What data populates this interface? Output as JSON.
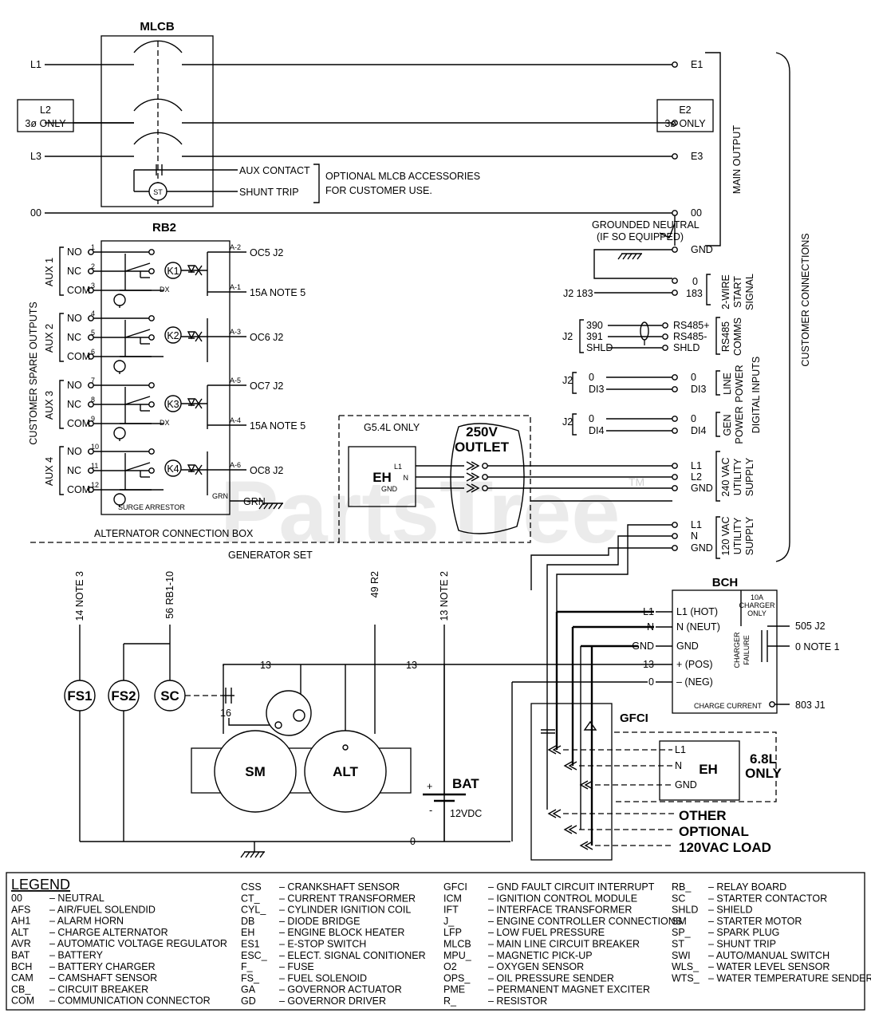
{
  "diagram": {
    "mlcb": {
      "title": "MLCB",
      "inputs": [
        "L1",
        "L3",
        "00"
      ],
      "l2_box": [
        "L2",
        "3ø ONLY"
      ],
      "outputs": [
        "E1",
        "E3",
        "00"
      ],
      "e2_box": [
        "E2",
        "3ø ONLY"
      ],
      "aux_contact": "AUX CONTACT",
      "shunt_trip": "SHUNT TRIP",
      "st": "ST",
      "accessories_note": [
        "OPTIONAL MLCB ACCESSORIES",
        "FOR CUSTOMER USE."
      ]
    },
    "main_output": "MAIN OUTPUT",
    "customer_connections": "CUSTOMER CONNECTIONS",
    "grounded_neutral": [
      "GROUNDED NEUTRAL",
      "(IF SO EQUIPPED)"
    ],
    "gnd": "GND",
    "rb2": {
      "title": "RB2",
      "side_label": "CUSTOMER SPARE OUTPUTS",
      "groups": [
        {
          "label": "AUX 1",
          "terms": [
            {
              "name": "NO",
              "num": "1"
            },
            {
              "name": "NC",
              "num": "2"
            },
            {
              "name": "COM",
              "num": "3"
            }
          ]
        },
        {
          "label": "AUX 2",
          "terms": [
            {
              "name": "NO",
              "num": "4"
            },
            {
              "name": "NC",
              "num": "5"
            },
            {
              "name": "COM",
              "num": "6"
            }
          ]
        },
        {
          "label": "AUX 3",
          "terms": [
            {
              "name": "NO",
              "num": "7"
            },
            {
              "name": "NC",
              "num": "8"
            },
            {
              "name": "COM",
              "num": "9"
            }
          ]
        },
        {
          "label": "AUX 4",
          "terms": [
            {
              "name": "NO",
              "num": "10"
            },
            {
              "name": "NC",
              "num": "11"
            },
            {
              "name": "COM",
              "num": "12"
            }
          ]
        }
      ],
      "relays": [
        "K1",
        "K2",
        "K3",
        "K4"
      ],
      "pins": [
        {
          "pin": "A-2",
          "label": "OC5 J2"
        },
        {
          "pin": "A-1",
          "label": "15A NOTE 5"
        },
        {
          "pin": "A-3",
          "label": "OC6 J2"
        },
        {
          "pin": "A-5",
          "label": "OC7 J2"
        },
        {
          "pin": "A-4",
          "label": "15A NOTE 5"
        },
        {
          "pin": "A-6",
          "label": "OC8 J2"
        }
      ],
      "surge": "SURGE ARRESTOR",
      "grn_small": "GRN",
      "grn": "GRN"
    },
    "start_signal": {
      "j2": "J2 183",
      "terms": [
        "0",
        "183"
      ],
      "label": [
        "2-WIRE",
        "START",
        "SIGNAL"
      ]
    },
    "comms": {
      "j2": "J2",
      "wires": [
        "390",
        "391",
        "SHLD"
      ],
      "terms": [
        "RS485+",
        "RS485-",
        "SHLD"
      ],
      "label": [
        "RS485",
        "COMMS"
      ]
    },
    "digital_inputs": "DIGITAL INPUTS",
    "line_power": {
      "j2": "J2",
      "wires": [
        "0",
        "DI3"
      ],
      "terms": [
        "0",
        "DI3"
      ],
      "label": [
        "LINE",
        "POWER"
      ]
    },
    "gen_power": {
      "j2": "J2",
      "wires": [
        "0",
        "DI4"
      ],
      "terms": [
        "0",
        "DI4"
      ],
      "label": [
        "GEN",
        "POWER"
      ]
    },
    "g54": {
      "title": "G5.4L ONLY",
      "eh": "EH",
      "terms": [
        "L1",
        "N",
        "GND"
      ]
    },
    "outlet": {
      "line1": "250V",
      "line2": "OUTLET"
    },
    "supply240": {
      "terms": [
        "L1",
        "L2",
        "GND"
      ],
      "label": [
        "240 VAC",
        "UTILITY",
        "SUPPLY"
      ]
    },
    "supply120": {
      "terms": [
        "L1",
        "N",
        "GND"
      ],
      "label": [
        "120 VAC",
        "UTILITY",
        "SUPPLY"
      ]
    },
    "alt_box": "ALTERNATOR CONNECTION BOX",
    "gen_set": "GENERATOR SET",
    "verticals": [
      "14 NOTE 3",
      "56 RB1-10",
      "49 R2",
      "13 NOTE 2"
    ],
    "components": {
      "fs1": "FS1",
      "fs2": "FS2",
      "sc": "SC",
      "sm": "SM",
      "alt": "ALT",
      "bat": "BAT",
      "bat_v": "12VDC",
      "plus": "+",
      "minus": "-"
    },
    "wires": {
      "w13a": "13",
      "w13b": "13",
      "w16": "16",
      "w0": "0"
    },
    "bch": {
      "title": "BCH",
      "rows": [
        {
          "wire": "L1",
          "label": "L1 (HOT)"
        },
        {
          "wire": "N",
          "label": "N (NEUT)"
        },
        {
          "wire": "GND",
          "label": "GND"
        },
        {
          "wire": "13",
          "label": "+ (POS)"
        },
        {
          "wire": "0",
          "label": "– (NEG)"
        }
      ],
      "charger_only": [
        "10A",
        "CHARGER",
        "ONLY"
      ],
      "charger_failure": [
        "CHARGER",
        "FAILURE"
      ],
      "j2": "505 J2",
      "note1": "0 NOTE 1",
      "charge_current": "CHARGE CURRENT",
      "j1": "803 J1"
    },
    "gfci": {
      "title": "GFCI"
    },
    "eh68": {
      "eh": "EH",
      "terms": [
        "L1",
        "N",
        "GND"
      ],
      "label": [
        "6.8L",
        "ONLY"
      ]
    },
    "other_load": [
      "OTHER",
      "OPTIONAL",
      "120VAC LOAD"
    ]
  },
  "legend": {
    "title": "LEGEND",
    "columns": [
      [
        {
          "abbr": "00",
          "desc": "NEUTRAL"
        },
        {
          "abbr": "AFS",
          "desc": "AIR/FUEL SOLENDID"
        },
        {
          "abbr": "AH1",
          "desc": "ALARM HORN"
        },
        {
          "abbr": "ALT",
          "desc": "CHARGE ALTERNATOR"
        },
        {
          "abbr": "AVR",
          "desc": "AUTOMATIC VOLTAGE REGULATOR"
        },
        {
          "abbr": "BAT",
          "desc": "BATTERY"
        },
        {
          "abbr": "BCH",
          "desc": "BATTERY CHARGER"
        },
        {
          "abbr": "CAM",
          "desc": "CAMSHAFT SENSOR"
        },
        {
          "abbr": "CB_",
          "desc": "CIRCUIT BREAKER"
        },
        {
          "abbr": "COM",
          "desc": "COMMUNICATION CONNECTOR"
        }
      ],
      [
        {
          "abbr": "CSS",
          "desc": "CRANKSHAFT SENSOR"
        },
        {
          "abbr": "CT_",
          "desc": "CURRENT TRANSFORMER"
        },
        {
          "abbr": "CYL_",
          "desc": "CYLINDER IGNITION COIL"
        },
        {
          "abbr": "DB",
          "desc": "DIODE BRIDGE"
        },
        {
          "abbr": "EH",
          "desc": "ENGINE BLOCK HEATER"
        },
        {
          "abbr": "ES1",
          "desc": "E-STOP SWITCH"
        },
        {
          "abbr": "ESC_",
          "desc": "ELECT. SIGNAL CONITIONER"
        },
        {
          "abbr": "F_",
          "desc": "FUSE"
        },
        {
          "abbr": "FS_",
          "desc": "FUEL SOLENOID"
        },
        {
          "abbr": "GA",
          "desc": "GOVERNOR ACTUATOR"
        },
        {
          "abbr": "GD",
          "desc": "GOVERNOR DRIVER"
        }
      ],
      [
        {
          "abbr": "GFCI",
          "desc": "GND FAULT CIRCUIT INTERRUPT"
        },
        {
          "abbr": "ICM",
          "desc": "IGNITION CONTROL MODULE"
        },
        {
          "abbr": "IFT",
          "desc": "INTERFACE TRANSFORMER"
        },
        {
          "abbr": "J_",
          "desc": "ENGINE CONTROLLER CONNECTIONS"
        },
        {
          "abbr": "LFP",
          "desc": "LOW FUEL PRESSURE"
        },
        {
          "abbr": "MLCB",
          "desc": "MAIN LINE CIRCUIT BREAKER"
        },
        {
          "abbr": "MPU_",
          "desc": "MAGNETIC PICK-UP"
        },
        {
          "abbr": "O2",
          "desc": "OXYGEN SENSOR"
        },
        {
          "abbr": "OPS_",
          "desc": "OIL PRESSURE SENDER"
        },
        {
          "abbr": "PME",
          "desc": "PERMANENT MAGNET EXCITER"
        },
        {
          "abbr": "R_",
          "desc": "RESISTOR"
        }
      ],
      [
        {
          "abbr": "RB_",
          "desc": "RELAY BOARD"
        },
        {
          "abbr": "SC",
          "desc": "STARTER CONTACTOR"
        },
        {
          "abbr": "SHLD",
          "desc": "SHIELD"
        },
        {
          "abbr": "SM",
          "desc": "STARTER MOTOR"
        },
        {
          "abbr": "SP_",
          "desc": "SPARK PLUG"
        },
        {
          "abbr": "ST",
          "desc": "SHUNT TRIP"
        },
        {
          "abbr": "SWI",
          "desc": "AUTO/MANUAL SWITCH"
        },
        {
          "abbr": "WLS_",
          "desc": "WATER LEVEL SENSOR"
        },
        {
          "abbr": "WTS_",
          "desc": "WATER TEMPERATURE SENDER"
        }
      ]
    ]
  },
  "watermark": {
    "text": "PartsTree",
    "tm": "TM"
  }
}
